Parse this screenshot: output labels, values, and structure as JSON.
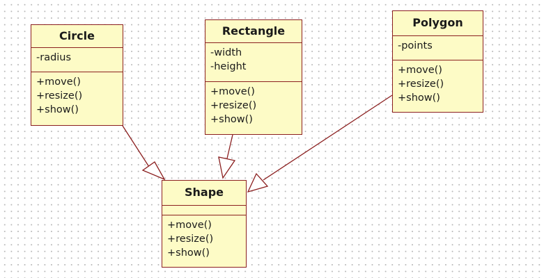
{
  "colors": {
    "class_fill": "#fdfbc6",
    "class_border": "#8b1f1f",
    "text": "#1a1a1a",
    "grid_dot": "#b8b8b8",
    "background": "#ffffff"
  },
  "diagram": {
    "classes": {
      "circle": {
        "name": "Circle",
        "attributes": [
          "-radius"
        ],
        "operations": [
          "+move()",
          "+resize()",
          "+show()"
        ]
      },
      "rectangle": {
        "name": "Rectangle",
        "attributes": [
          "-width",
          "-height"
        ],
        "operations": [
          "+move()",
          "+resize()",
          "+show()"
        ]
      },
      "polygon": {
        "name": "Polygon",
        "attributes": [
          "-points"
        ],
        "operations": [
          "+move()",
          "+resize()",
          "+show()"
        ]
      },
      "shape": {
        "name": "Shape",
        "attributes": [],
        "operations": [
          "+move()",
          "+resize()",
          "+show()"
        ]
      }
    },
    "relationships": [
      {
        "type": "generalization",
        "from": "Circle",
        "to": "Shape"
      },
      {
        "type": "generalization",
        "from": "Rectangle",
        "to": "Shape"
      },
      {
        "type": "generalization",
        "from": "Polygon",
        "to": "Shape"
      }
    ]
  }
}
